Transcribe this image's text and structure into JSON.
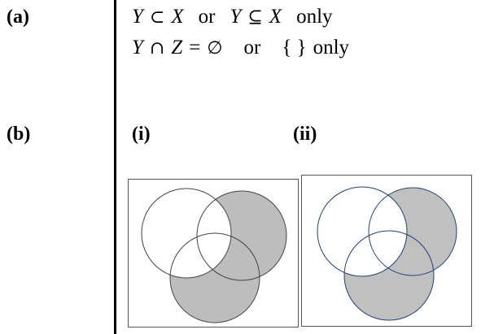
{
  "part_a": {
    "label": "(a)",
    "line1": {
      "var_y": "Y",
      "subset": "⊂",
      "var_x": "X",
      "or": "or",
      "var_y2": "Y",
      "subseteq": "⊆",
      "var_x2": "X",
      "only": "only"
    },
    "line2": {
      "var_y": "Y",
      "cap": "∩",
      "var_z": "Z",
      "equals": "=",
      "empty": "∅",
      "or": "or",
      "braces": "{ }",
      "only": "only"
    }
  },
  "part_b": {
    "label": "(b)",
    "diagram_i": {
      "label": "(i)",
      "frame_color": "#555555",
      "shade": "#bdbdbd",
      "outline": "#444444"
    },
    "diagram_ii": {
      "label": "(ii)",
      "frame_color": "#555555",
      "shade": "#c0c0c0",
      "outline": "#1f3f7a"
    }
  }
}
